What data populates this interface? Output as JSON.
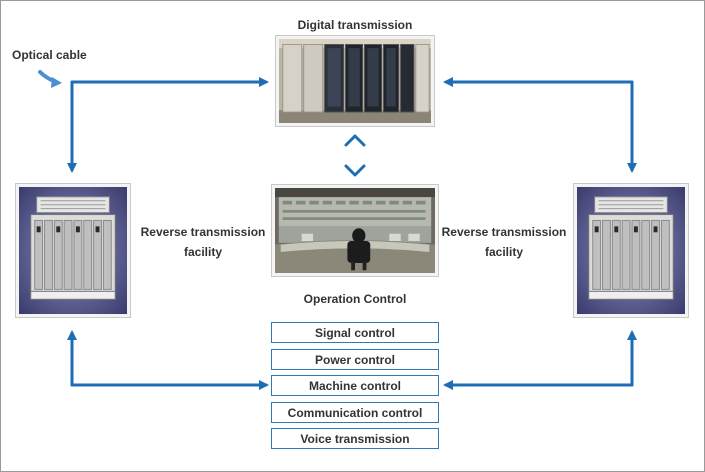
{
  "diagram": {
    "labels": {
      "optical_cable": "Optical cable",
      "digital_transmission": "Digital transmission",
      "operation_control": "Operation Control",
      "reverse_left_line1": "Reverse transmission",
      "reverse_left_line2": "facility",
      "reverse_right_line1": "Reverse transmission",
      "reverse_right_line2": "facility"
    },
    "control_items": [
      "Signal control",
      "Power control",
      "Machine control",
      "Communication control",
      "Voice transmission"
    ],
    "colors": {
      "arrow": "#1f6db5",
      "text": "#333333",
      "box_border": "#2f79b8"
    }
  }
}
